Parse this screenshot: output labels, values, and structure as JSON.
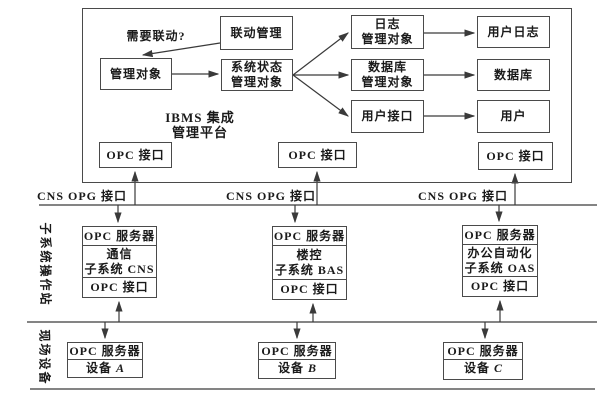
{
  "diagram": {
    "platform": {
      "title": "IBMS 集成\n管理平台",
      "question_label": "需要联动?",
      "boxes": {
        "linkage": "联动管理",
        "manage_obj": "管理对象",
        "sys_status": "系统状态\n管理对象",
        "log_obj": "日志\n管理对象",
        "db_obj": "数据库\n管理对象",
        "user_if": "用户接口",
        "user_log": "用户日志",
        "database": "数据库",
        "user": "用户",
        "opc_if_1": "OPC 接口",
        "opc_if_2": "OPC 接口",
        "opc_if_3": "OPC 接口"
      }
    },
    "bus_labels": [
      "CNS OPG 接口",
      "CNS OPG 接口",
      "CNS OPG 接口"
    ],
    "sections": {
      "subsystem_station": "子系统操作站",
      "field_devices": "现场设备"
    },
    "subsystems": [
      {
        "top": "OPC 服务器",
        "middle": "通信\n子系统 CNS",
        "bottom": "OPC 接口"
      },
      {
        "top": "OPC 服务器",
        "middle": "楼控\n子系统 BAS",
        "bottom": "OPC 接口"
      },
      {
        "top": "OPC 服务器",
        "middle": "办公自动化\n子系统 OAS",
        "bottom": "OPC 接口"
      }
    ],
    "devices": [
      {
        "top": "OPC 服务器",
        "name": "设备",
        "code": "A"
      },
      {
        "top": "OPC 服务器",
        "name": "设备",
        "code": "B"
      },
      {
        "top": "OPC 服务器",
        "name": "设备",
        "code": "C"
      }
    ],
    "colors": {
      "line": "#3a3a3a",
      "text": "#1a1a1a",
      "background": "#ffffff"
    }
  }
}
